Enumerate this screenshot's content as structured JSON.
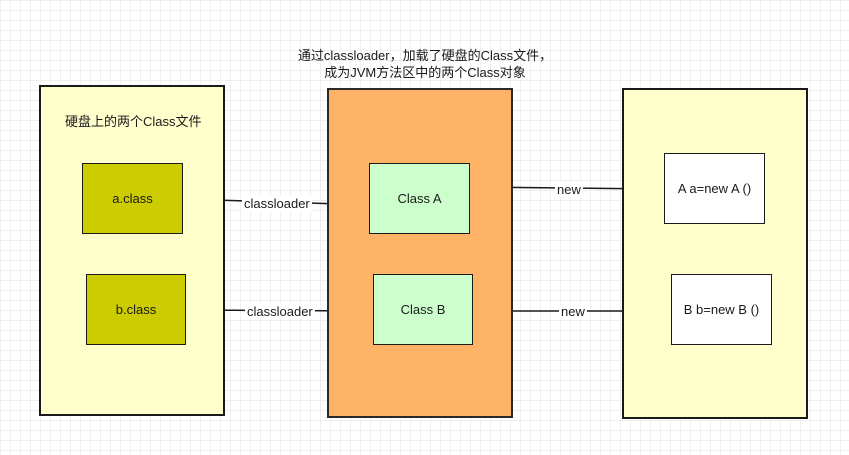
{
  "caption": {
    "line1": "通过classloader，加载了硬盘的Class文件，",
    "line2": "成为JVM方法区中的两个Class对象"
  },
  "disk_panel": {
    "title": "硬盘上的两个Class文件",
    "files": [
      "a.class",
      "b.class"
    ]
  },
  "method_area": {
    "classes": [
      "Class A",
      "Class B"
    ]
  },
  "heap": {
    "objects": [
      "A a=new A ()",
      "B b=new B ()"
    ]
  },
  "edges": {
    "load_a": "classloader",
    "load_b": "classloader",
    "new_a": "new",
    "new_b": "new"
  },
  "colors": {
    "panel_yellow": "#ffffcc",
    "panel_orange": "#ffb366",
    "file_fill": "#cccc00",
    "class_fill": "#ccffcc",
    "object_fill": "#ffffff"
  }
}
